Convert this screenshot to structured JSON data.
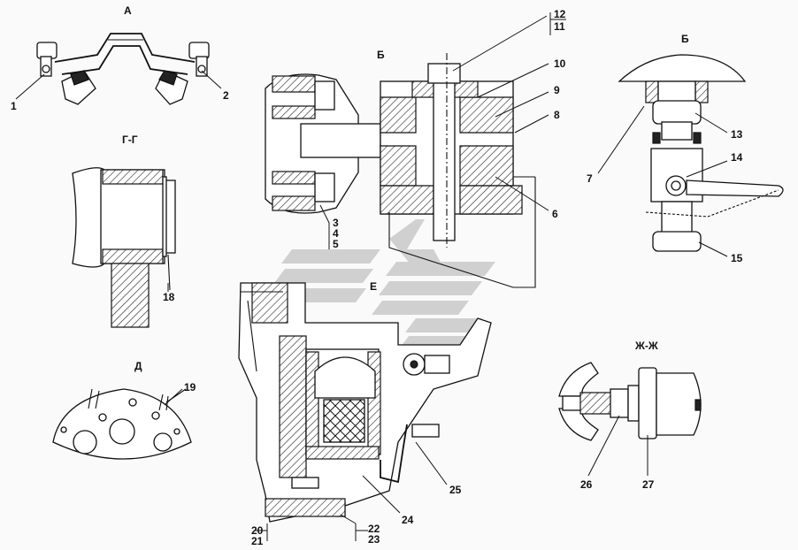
{
  "sections": {
    "a": "А",
    "b_main": "Б",
    "b_right": "Б",
    "gg": "Г-Г",
    "d": "Д",
    "e": "Е",
    "zhzh": "Ж-Ж"
  },
  "callouts": {
    "c1": "1",
    "c2": "2",
    "c3": "3",
    "c4": "4",
    "c5": "5",
    "c6": "6",
    "c7": "7",
    "c8": "8",
    "c9": "9",
    "c10": "10",
    "c11": "11",
    "c12": "12",
    "c13": "13",
    "c14": "14",
    "c15": "15",
    "c18": "18",
    "c19": "19",
    "c20": "20",
    "c21": "21",
    "c22": "22",
    "c23": "23",
    "c24": "24",
    "c25": "25",
    "c26": "26",
    "c27": "27"
  }
}
